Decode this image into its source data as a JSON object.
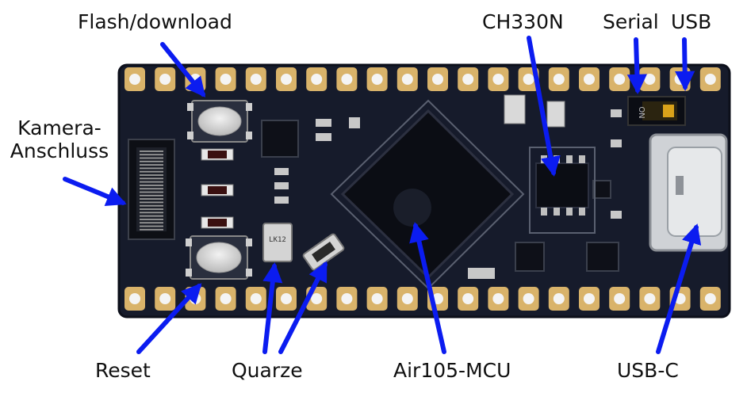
{
  "labels": {
    "flash": "Flash/download",
    "camera_line1": "Kamera-",
    "camera_line2": "Anschluss",
    "ch330n": "CH330N",
    "serial": "Serial",
    "usb": "USB",
    "reset": "Reset",
    "quarze": "Quarze",
    "mcu": "Air105-MCU",
    "usbc": "USB-C"
  },
  "board_text": {
    "switch_on": "ON",
    "xtal": "LK12"
  },
  "colors": {
    "arrow": "#0b1cf0",
    "pcb": "#161b2b",
    "pad_gold": "#d9b36a",
    "label": "#111111"
  }
}
